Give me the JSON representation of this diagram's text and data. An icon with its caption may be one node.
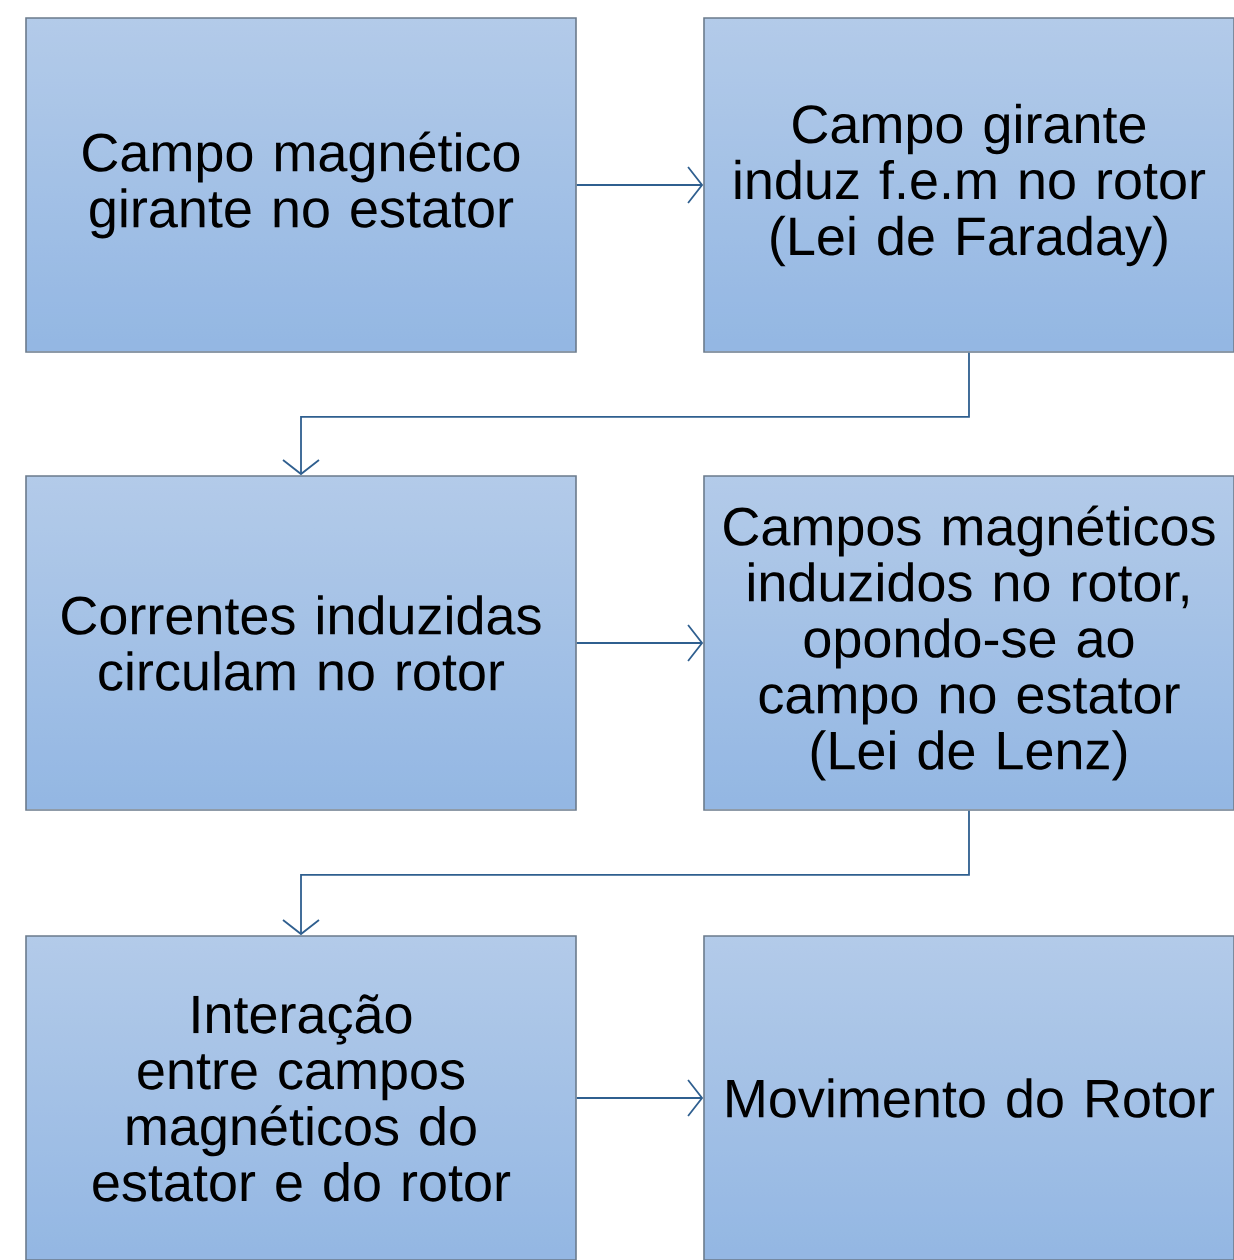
{
  "diagram": {
    "nodes": [
      {
        "text": [
          "Campo magnético girante no estator"
        ]
      },
      {
        "text": [
          "Campo girante induz f.e.m no rotor (Lei de Faraday)"
        ]
      },
      {
        "text": [
          "Correntes induzidas circulam no rotor"
        ]
      },
      {
        "text": [
          "Campos magnéticos induzidos no rotor, opondo-se ao campo no estator (Lei de Lenz)"
        ]
      },
      {
        "text": [
          "Interação entre campos magnéticos do estator e do rotor"
        ]
      },
      {
        "text": [
          "Movimento do Rotor"
        ]
      }
    ],
    "edges": [
      {
        "from": 0,
        "to": 1,
        "arrow": "to"
      },
      {
        "from": 1,
        "to": 2,
        "arrow": "to"
      },
      {
        "from": 2,
        "to": 3,
        "arrow": "to"
      },
      {
        "from": 3,
        "to": 4,
        "arrow": "to"
      },
      {
        "from": 4,
        "to": 5,
        "arrow": "to"
      }
    ]
  }
}
